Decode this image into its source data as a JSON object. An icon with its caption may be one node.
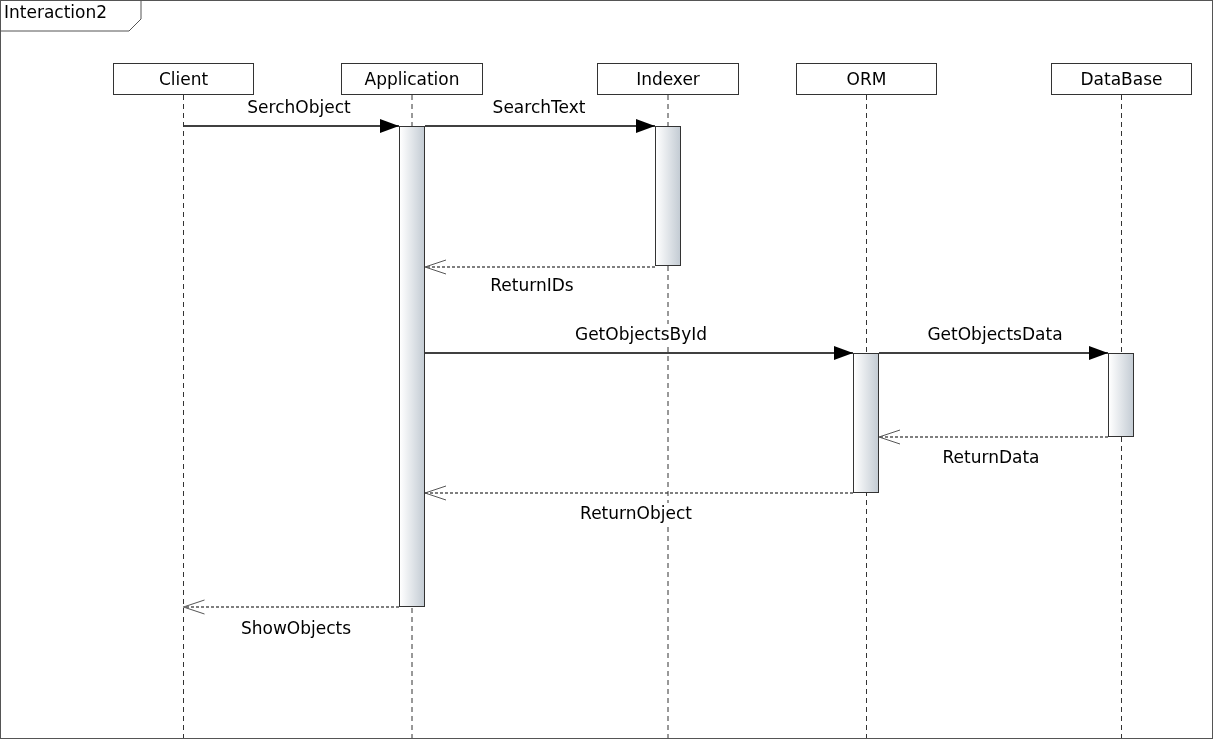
{
  "diagram": {
    "nodes": [
      {
        "text": [
          "Interaction2"
        ]
      },
      {
        "text": [
          "Client"
        ],
        "in": 0
      },
      {
        "text": [
          "Application"
        ],
        "in": 0
      },
      {
        "text": [
          "Indexer"
        ],
        "in": 0
      },
      {
        "text": [
          "ORM"
        ],
        "in": 0
      },
      {
        "text": [
          "DataBase"
        ],
        "in": 0
      },
      {
        "text": [],
        "shape": "bar",
        "in": 2
      },
      {
        "text": [],
        "shape": "bar",
        "in": 3
      },
      {
        "text": [],
        "shape": "bar",
        "in": 4
      },
      {
        "text": [],
        "shape": "bar",
        "in": 5
      }
    ],
    "edges": [
      {
        "from": 1,
        "to": 6,
        "arrow": "to",
        "label": "SerchObject"
      },
      {
        "from": 6,
        "to": 7,
        "arrow": "to",
        "label": "SearchText"
      },
      {
        "from": 7,
        "to": 6,
        "arrow": "to",
        "label": "ReturnIDs",
        "style": "dashed"
      },
      {
        "from": 6,
        "to": 8,
        "arrow": "to",
        "label": "GetObjectsById"
      },
      {
        "from": 8,
        "to": 9,
        "arrow": "to",
        "label": "GetObjectsData"
      },
      {
        "from": 9,
        "to": 8,
        "arrow": "to",
        "label": "ReturnData",
        "style": "dashed"
      },
      {
        "from": 8,
        "to": 6,
        "arrow": "to",
        "label": "ReturnObject",
        "style": "dashed"
      },
      {
        "from": 6,
        "to": 1,
        "arrow": "to",
        "label": "ShowObjects",
        "style": "dashed"
      }
    ]
  }
}
